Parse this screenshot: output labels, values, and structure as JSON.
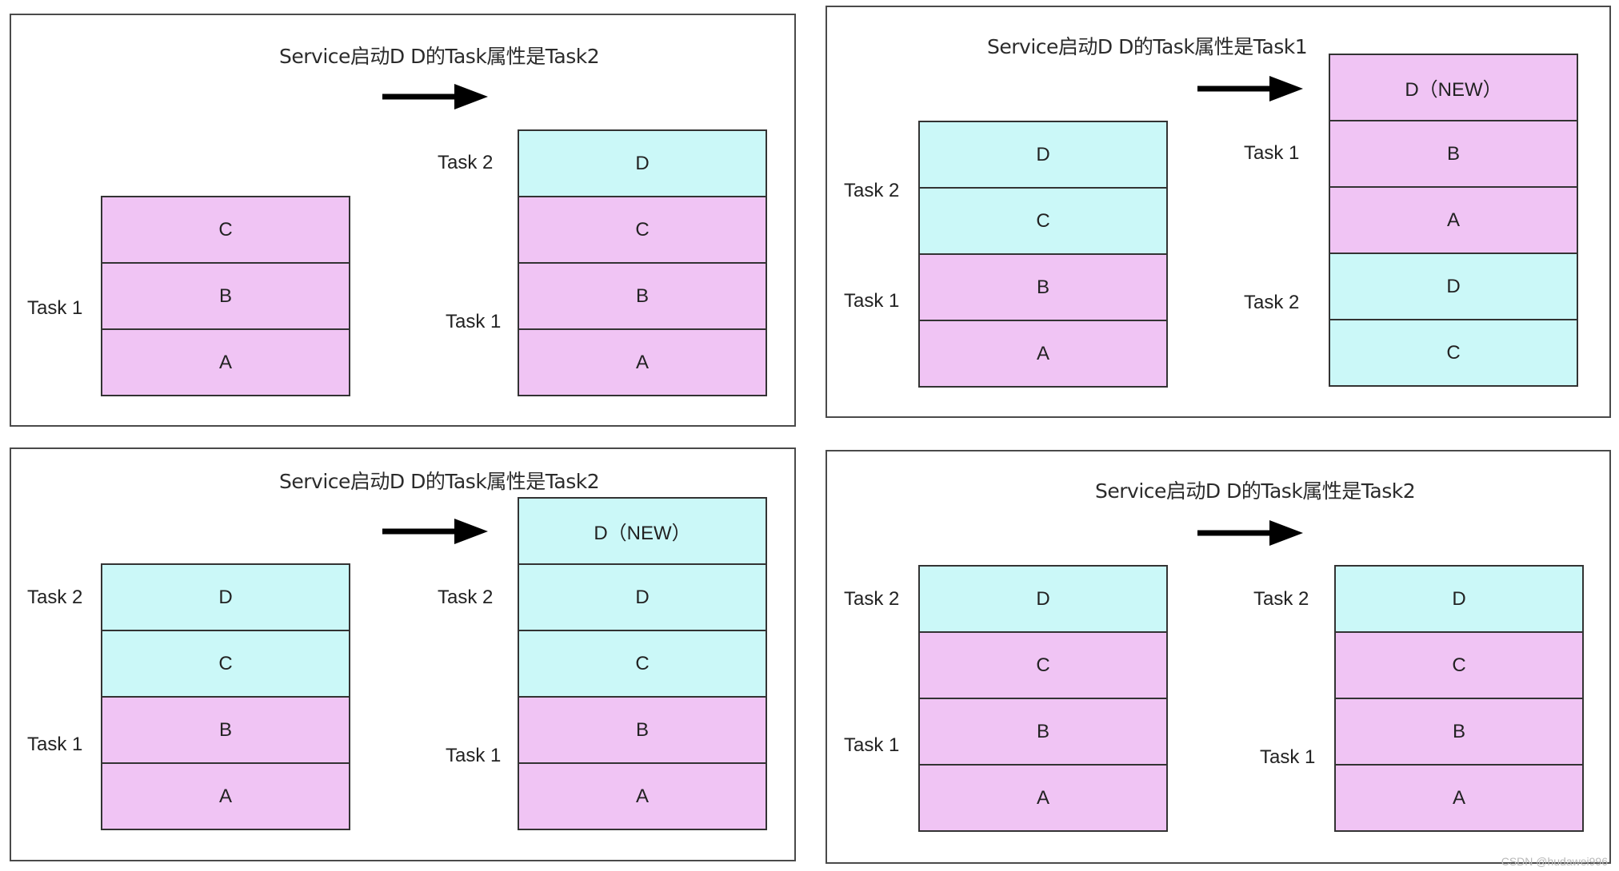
{
  "panels": [
    {
      "title": "Service启动D D的Task属性是Task2",
      "left_stack": [
        "C",
        "B",
        "A"
      ],
      "left_labels": [
        "Task 1"
      ],
      "right_stack": [
        "D",
        "C",
        "B",
        "A"
      ],
      "right_labels": [
        "Task 2",
        "Task 1"
      ]
    },
    {
      "title": "Service启动D D的Task属性是Task1",
      "left_stack": [
        "D",
        "C",
        "B",
        "A"
      ],
      "left_labels": [
        "Task 2",
        "Task 1"
      ],
      "right_stack": [
        "D（NEW）",
        "B",
        "A",
        "D",
        "C"
      ],
      "right_labels": [
        "Task 1",
        "Task 2"
      ]
    },
    {
      "title": "Service启动D D的Task属性是Task2",
      "left_stack": [
        "D",
        "C",
        "B",
        "A"
      ],
      "left_labels": [
        "Task 2",
        "Task 1"
      ],
      "right_stack": [
        "D（NEW）",
        "D",
        "C",
        "B",
        "A"
      ],
      "right_labels": [
        "Task 2",
        "Task 1"
      ]
    },
    {
      "title": "Service启动D D的Task属性是Task2",
      "left_stack": [
        "D",
        "C",
        "B",
        "A"
      ],
      "left_labels": [
        "Task 2",
        "Task 1"
      ],
      "right_stack": [
        "D",
        "C",
        "B",
        "A"
      ],
      "right_labels": [
        "Task 2",
        "Task 1"
      ]
    }
  ],
  "colors": {
    "task1": "#f0c4f4",
    "task2": "#cbf8f8",
    "arrow": "#000000"
  },
  "watermark": "CSDN @hudawei996"
}
